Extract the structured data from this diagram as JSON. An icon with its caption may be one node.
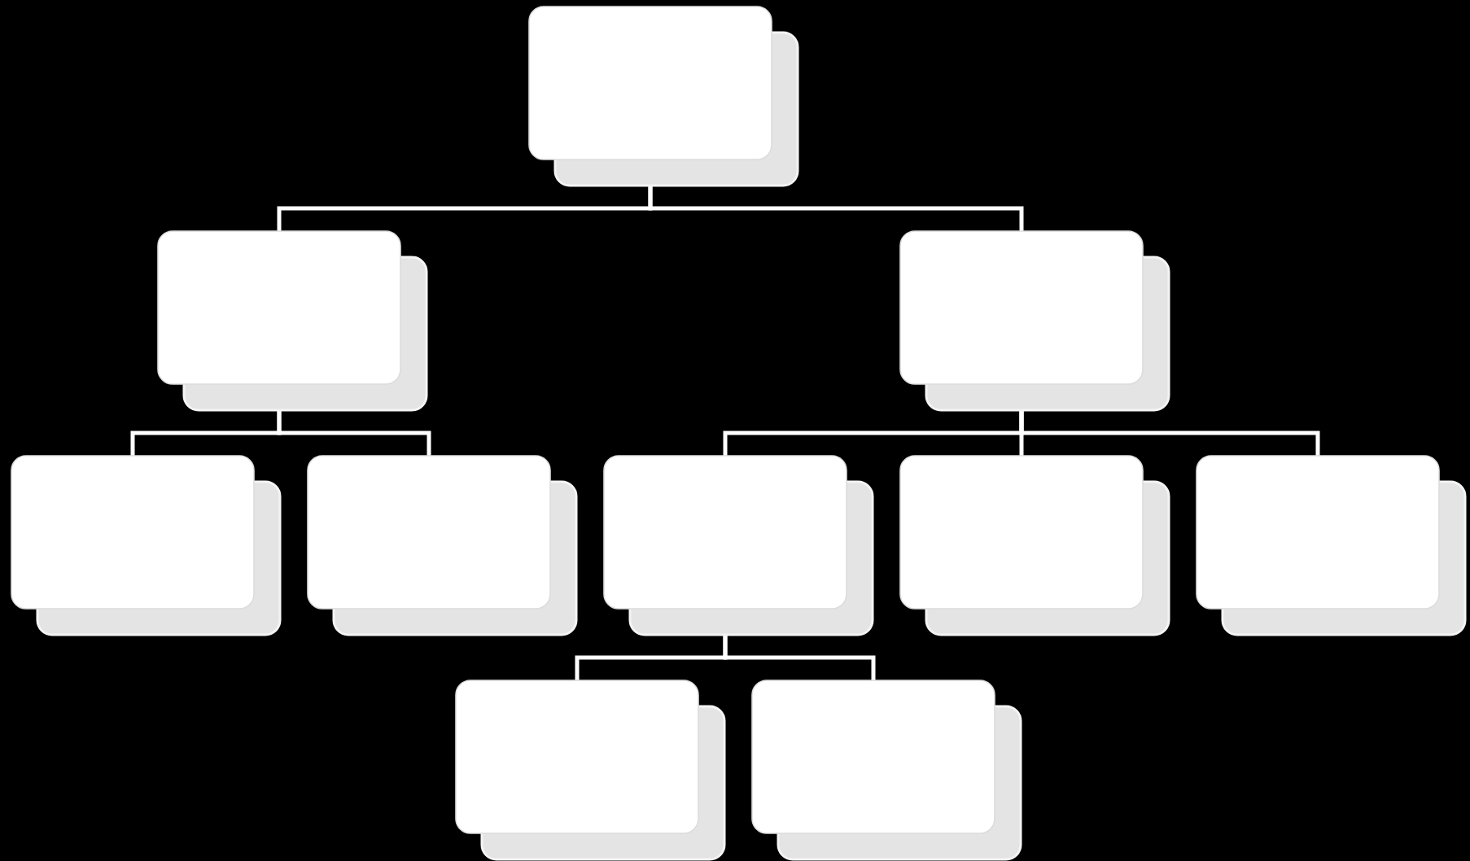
{
  "diagram": {
    "nodes": [
      {
        "text": [],
        "shape": "box"
      },
      {
        "text": [],
        "shape": "box"
      },
      {
        "text": [],
        "shape": "box"
      },
      {
        "text": [],
        "shape": "box"
      },
      {
        "text": [],
        "shape": "box"
      },
      {
        "text": [],
        "shape": "box"
      },
      {
        "text": [],
        "shape": "box"
      },
      {
        "text": [],
        "shape": "box"
      },
      {
        "text": [],
        "shape": "box"
      },
      {
        "text": [],
        "shape": "box"
      }
    ],
    "edges": [
      {
        "from": 0,
        "to": 1,
        "arrow": "none"
      },
      {
        "from": 0,
        "to": 2,
        "arrow": "none"
      },
      {
        "from": 1,
        "to": 3,
        "arrow": "none"
      },
      {
        "from": 1,
        "to": 4,
        "arrow": "none"
      },
      {
        "from": 2,
        "to": 5,
        "arrow": "none"
      },
      {
        "from": 2,
        "to": 6,
        "arrow": "none"
      },
      {
        "from": 2,
        "to": 7,
        "arrow": "none"
      },
      {
        "from": 5,
        "to": 8,
        "arrow": "none"
      },
      {
        "from": 5,
        "to": 9,
        "arrow": "none"
      }
    ]
  }
}
